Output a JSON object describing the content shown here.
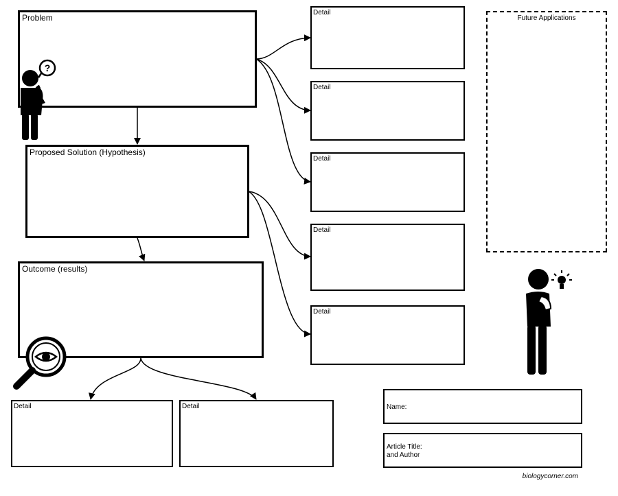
{
  "problem": {
    "label": "Problem"
  },
  "hypothesis": {
    "label": "Proposed Solution (Hypothesis)"
  },
  "outcome": {
    "label": "Outcome (results)"
  },
  "details": [
    {
      "label": "Detail"
    },
    {
      "label": "Detail"
    },
    {
      "label": "Detail"
    },
    {
      "label": "Detail"
    },
    {
      "label": "Detail"
    },
    {
      "label": "Detail"
    },
    {
      "label": "Detail"
    }
  ],
  "future": {
    "label": "Future Applications"
  },
  "name_field": {
    "label": "Name:"
  },
  "article_field": {
    "line1": "Article Title:",
    "line2": "and Author"
  },
  "credit": "biologycorner.com",
  "icons": [
    "thinking-person-question-icon",
    "magnifying-eye-icon",
    "person-lightbulb-icon"
  ]
}
